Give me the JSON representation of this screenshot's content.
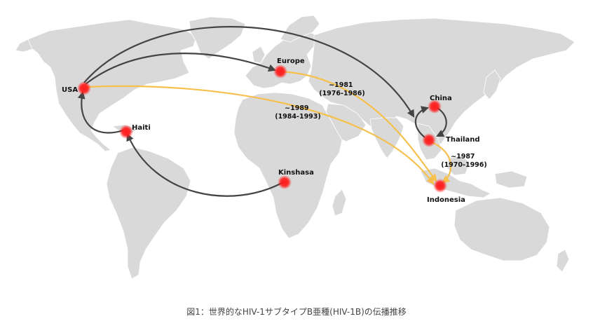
{
  "caption": "図1：世界的なHIV-1サブタイプB亜種(HIV-1B)の伝播推移",
  "colors": {
    "land": "#d9d9d9",
    "ocean": "#ffffff",
    "node": "#ff1a1a",
    "arrow_primary": "#444444",
    "arrow_secondary": "#f6c04d"
  },
  "locations": [
    {
      "name": "USA"
    },
    {
      "name": "Europe"
    },
    {
      "name": "Haiti"
    },
    {
      "name": "Kinshasa"
    },
    {
      "name": "China"
    },
    {
      "name": "Thailand"
    },
    {
      "name": "Indonesia"
    }
  ],
  "routes": [
    {
      "from": "Kinshasa",
      "to": "Haiti",
      "color": "black"
    },
    {
      "from": "Haiti",
      "to": "USA",
      "color": "black"
    },
    {
      "from": "USA",
      "to": "Europe",
      "color": "black"
    },
    {
      "from": "USA",
      "to": "Thailand",
      "color": "black"
    },
    {
      "from": "China",
      "to": "Thailand",
      "color": "black"
    },
    {
      "from": "Thailand",
      "to": "China",
      "color": "black"
    },
    {
      "from": "Europe",
      "to": "Indonesia",
      "color": "orange",
      "label": [
        "~1981",
        "(1976-1986)"
      ]
    },
    {
      "from": "USA",
      "to": "Indonesia",
      "color": "orange",
      "label": [
        "~1989",
        "(1984-1993)"
      ]
    },
    {
      "from": "Thailand",
      "to": "Indonesia",
      "color": "orange",
      "label": [
        "~1987",
        "(1970-1996)"
      ]
    }
  ]
}
